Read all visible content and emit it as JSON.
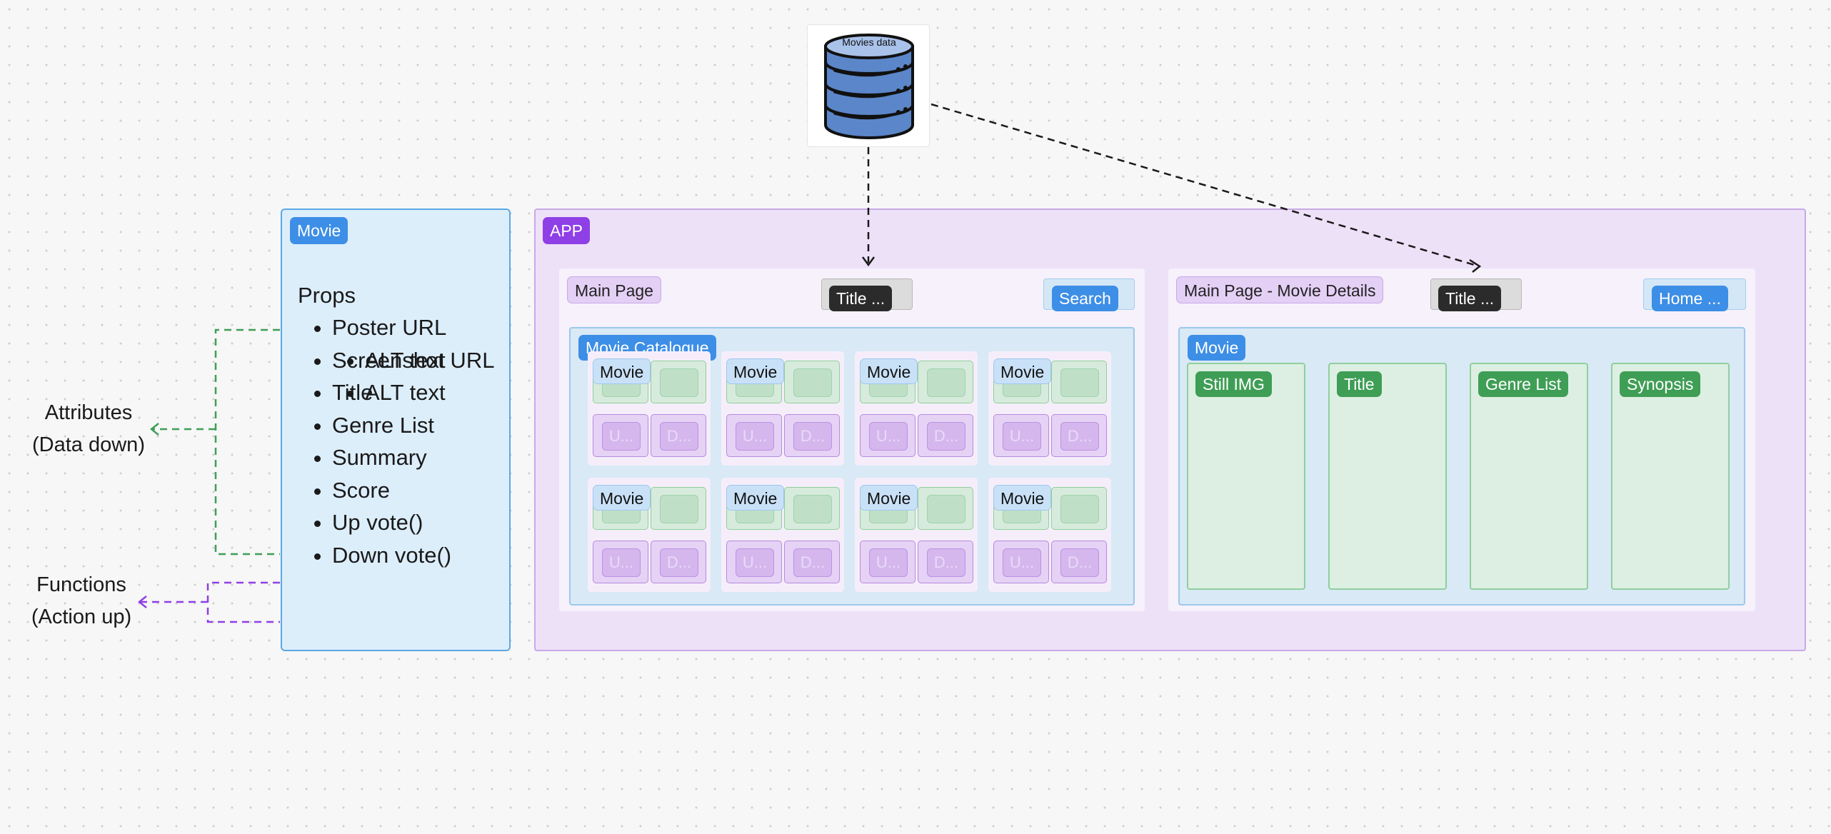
{
  "colors": {
    "accent_blue": "#3d8ee6",
    "accent_purple": "#8f3fe6",
    "accent_green": "#3f9e55",
    "attributes_arrow": "#3f9e55",
    "functions_arrow": "#8f3fe6"
  },
  "database": {
    "label": "Movies data",
    "icon": "database-icon"
  },
  "movie_props": {
    "tag": "Movie",
    "props_title": "Props",
    "items": [
      {
        "label": "Poster URL",
        "sub": [
          "ALT text"
        ]
      },
      {
        "label": "Screenshot URL",
        "sub": [
          "ALT text"
        ]
      },
      {
        "label": "Title",
        "sub": []
      },
      {
        "label": "Genre List",
        "sub": []
      },
      {
        "label": "Summary",
        "sub": []
      },
      {
        "label": "Score",
        "sub": []
      },
      {
        "label": "Up vote()",
        "sub": []
      },
      {
        "label": "Down vote()",
        "sub": []
      }
    ]
  },
  "side_labels": {
    "attributes_line1": "Attributes",
    "attributes_line2": "(Data down)",
    "functions_line1": "Functions",
    "functions_line2": "(Action up)"
  },
  "app": {
    "tag": "APP",
    "main_page": {
      "tag": "Main Page",
      "title_button": "Title ...",
      "search_button": "Search",
      "catalogue": {
        "tag": "Movie Catalogue",
        "card_tag": "Movie",
        "faded_labels": [
          "U...",
          "D..."
        ],
        "card_count": 8
      }
    },
    "details_page": {
      "tag": "Main Page - Movie Details",
      "title_button": "Title ...",
      "home_button": "Home ...",
      "movie": {
        "tag": "Movie",
        "columns": [
          "Still IMG",
          "Title",
          "Genre List",
          "Synopsis"
        ]
      }
    }
  }
}
